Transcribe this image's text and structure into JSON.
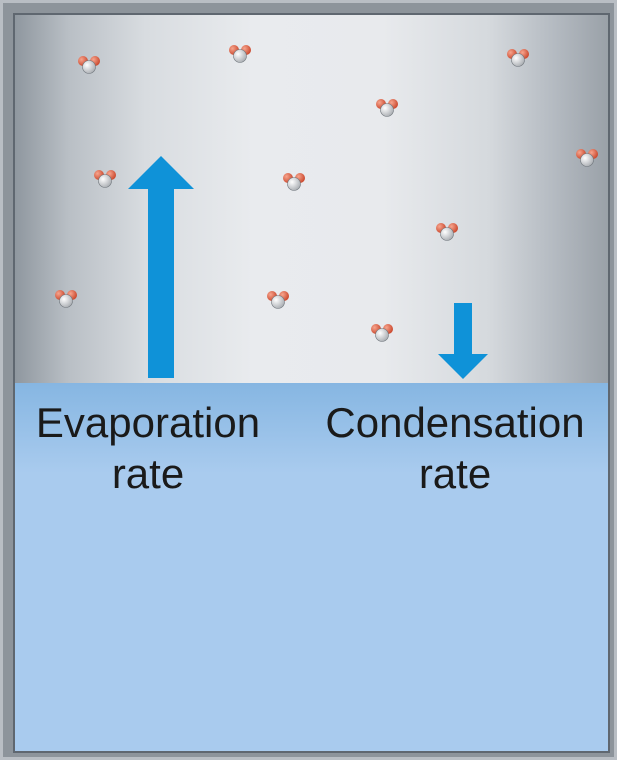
{
  "labels": {
    "evaporation": [
      "Evaporation",
      "rate"
    ],
    "condensation": [
      "Condensation",
      "rate"
    ]
  },
  "colors": {
    "arrow": "#0f92d8",
    "oxygen": "#e06a4a",
    "hydrogen": "#f4f4f4"
  },
  "icons": {
    "molecule": "water-molecule-icon",
    "arrow_up": "arrow-up-icon",
    "arrow_down": "arrow-down-icon"
  }
}
